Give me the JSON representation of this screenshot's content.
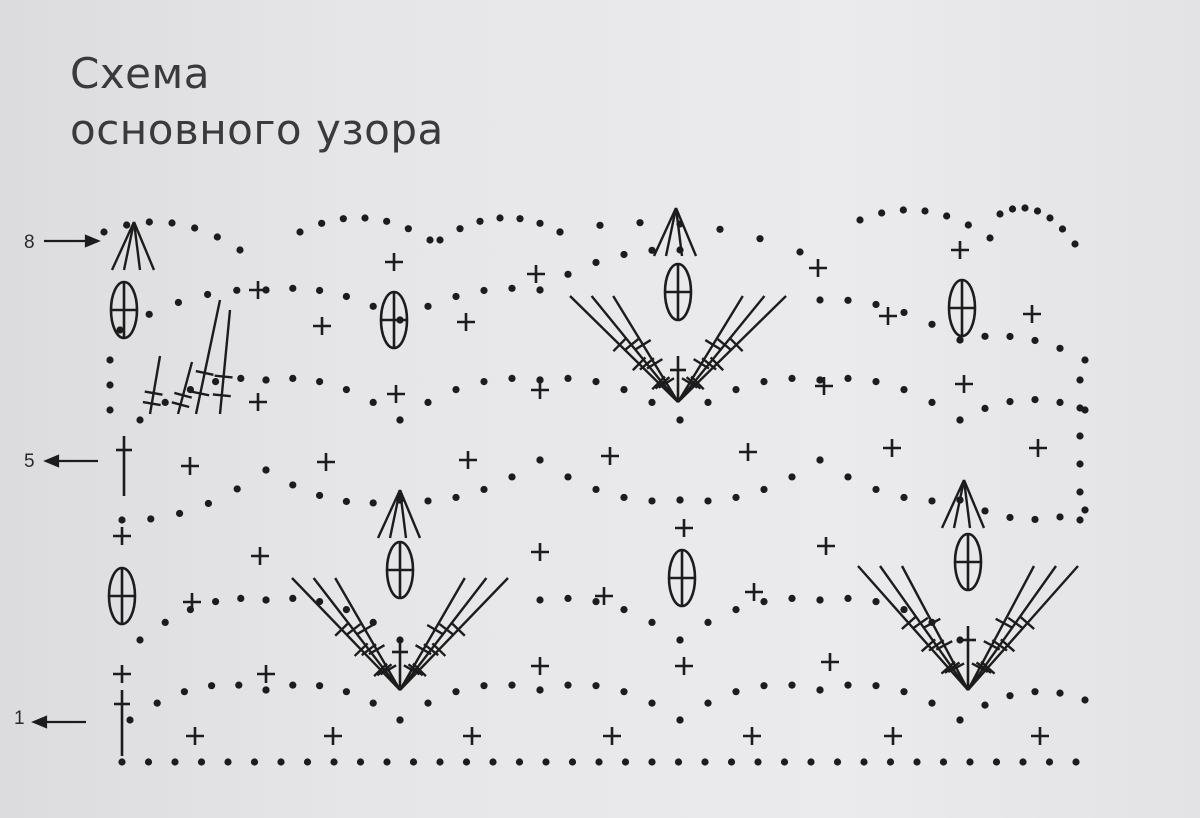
{
  "title": {
    "line1": "Схема",
    "line2": "основного узора"
  },
  "row_markers": {
    "row1": "1",
    "row5": "5",
    "row8": "8"
  },
  "colors": {
    "ink": "#1c1c1c",
    "paper": "#e6e6e8",
    "title": "#3a3a3d"
  },
  "symbols": {
    "chain": "chain-dot",
    "single_crochet": "plus-sign",
    "double_crochet": "t-stitch",
    "treble_crochet": "crossed-stitch",
    "puff": "oval-cross"
  }
}
